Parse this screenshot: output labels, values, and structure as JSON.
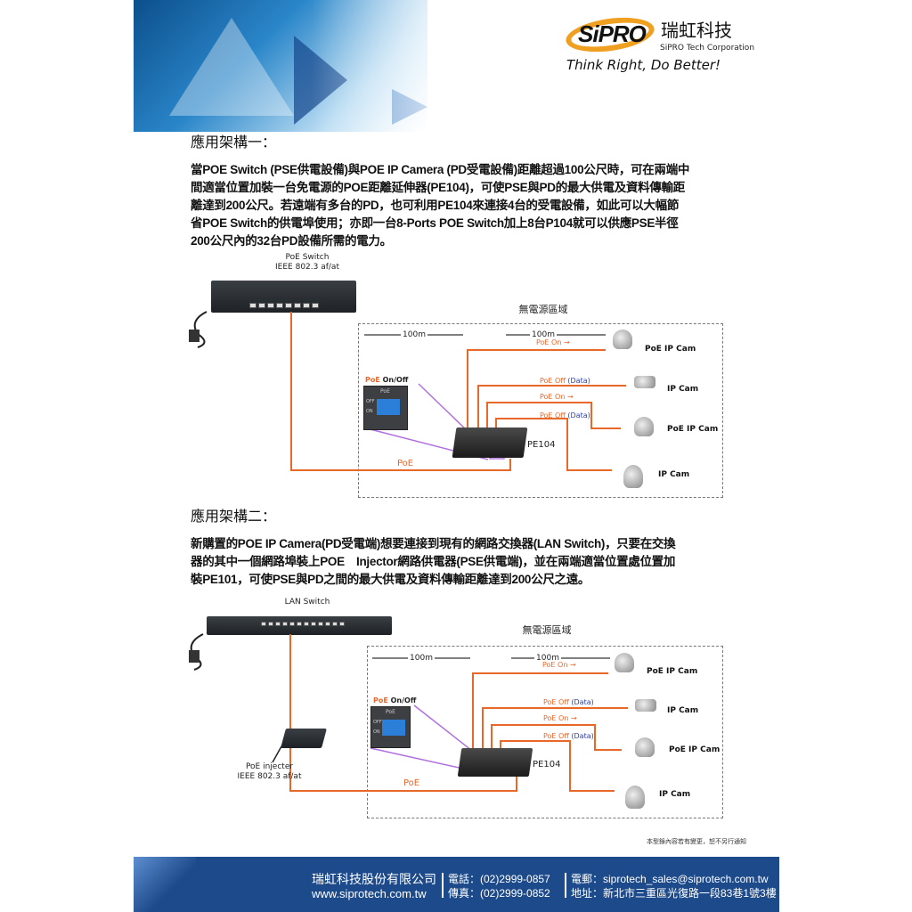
{
  "header": {
    "logo_text": "SiPRO",
    "company_cn": "瑞虹科技",
    "company_en": "SiPRO Tech Corporation",
    "slogan": "Think Right, Do Better!"
  },
  "section1": {
    "title": "應用架構一：",
    "lines": [
      "當POE Switch (PSE供電設備)與POE IP Camera (PD受電設備)距離超過100公尺時，可在兩端中",
      "間適當位置加裝一台免電源的POE距離延伸器(PE104)，可使PSE與PD的最大供電及資料傳輸距",
      "離達到200公尺。若遠端有多台的PD，也可利用PE104來連接4台的受電設備，如此可以大幅節",
      "省POE Switch的供電埠使用；亦即一台8-Ports POE Switch加上8台P104就可以供應PSE半徑",
      "200公尺內的32台PD設備所需的電力。"
    ]
  },
  "diagram1": {
    "source_label": [
      "PoE Switch",
      "IEEE 802.3 af/at"
    ],
    "zone_label": "無電源區域",
    "dist1": "100m",
    "dist2": "100m",
    "panel_title_poe": "PoE",
    "panel_title": "On/Off",
    "panel_poe": "PoE",
    "panel_off": "OFF",
    "panel_on": "ON",
    "device": "PE104",
    "poe_label": "PoE",
    "links": [
      {
        "state": "PoE On →",
        "data": ""
      },
      {
        "state": "PoE Off",
        "data": "(Data)"
      },
      {
        "state": "PoE On →",
        "data": ""
      },
      {
        "state": "PoE Off",
        "data": "(Data)"
      }
    ],
    "cams": [
      "PoE IP Cam",
      "IP Cam",
      "PoE IP Cam",
      "IP Cam"
    ]
  },
  "section2": {
    "title": "應用架構二：",
    "lines": [
      "新購置的POE IP Camera(PD受電端)想要連接到現有的網路交換器(LAN Switch)，只要在交換",
      "器的其中一個網路埠裝上POE　Injector網路供電器(PSE供電端)，並在兩端適當位置處位置加",
      "裝PE101，可使PSE與PD之間的最大供電及資料傳輸距離達到200公尺之遠。"
    ]
  },
  "diagram2": {
    "source_label": [
      "LAN Switch"
    ],
    "injector_label": [
      "PoE injecter",
      "IEEE 802.3 af/at"
    ],
    "zone_label": "無電源區域",
    "dist1": "100m",
    "dist2": "100m",
    "panel_title_poe": "PoE",
    "panel_title": "On/Off",
    "panel_poe": "PoE",
    "panel_off": "OFF",
    "panel_on": "ON",
    "device": "PE104",
    "poe_label": "PoE",
    "links": [
      {
        "state": "PoE On →",
        "data": ""
      },
      {
        "state": "PoE Off",
        "data": "(Data)"
      },
      {
        "state": "PoE On →",
        "data": ""
      },
      {
        "state": "PoE Off",
        "data": "(Data)"
      }
    ],
    "cams": [
      "PoE IP Cam",
      "IP Cam",
      "PoE IP Cam",
      "IP Cam"
    ]
  },
  "note": "本型錄內容若有變更，恕不另行通知",
  "footer": {
    "company": "瑞虹科技股份有限公司",
    "website": "www.siprotech.com.tw",
    "tel": "電話：(02)2999-0857",
    "fax": "傳真：(02)2999-0852",
    "email": "電郵：siprotech_sales@siprotech.com.tw",
    "address": "地址：新北市三重區光復路一段83巷1號3樓"
  },
  "colors": {
    "orange": "#e8682a",
    "footer": "#1d4a8a",
    "purple": "#b070e0"
  }
}
